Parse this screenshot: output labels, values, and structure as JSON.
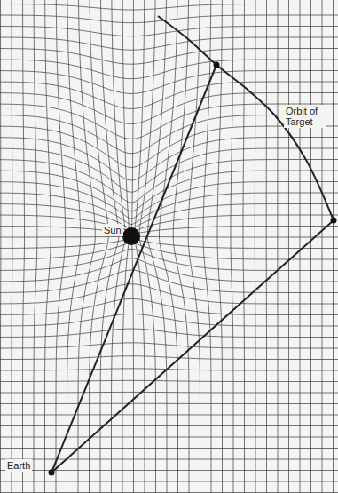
{
  "diagram": {
    "labels": [
      "Sun",
      "Earth",
      "Orbit of Target"
    ]
  }
}
